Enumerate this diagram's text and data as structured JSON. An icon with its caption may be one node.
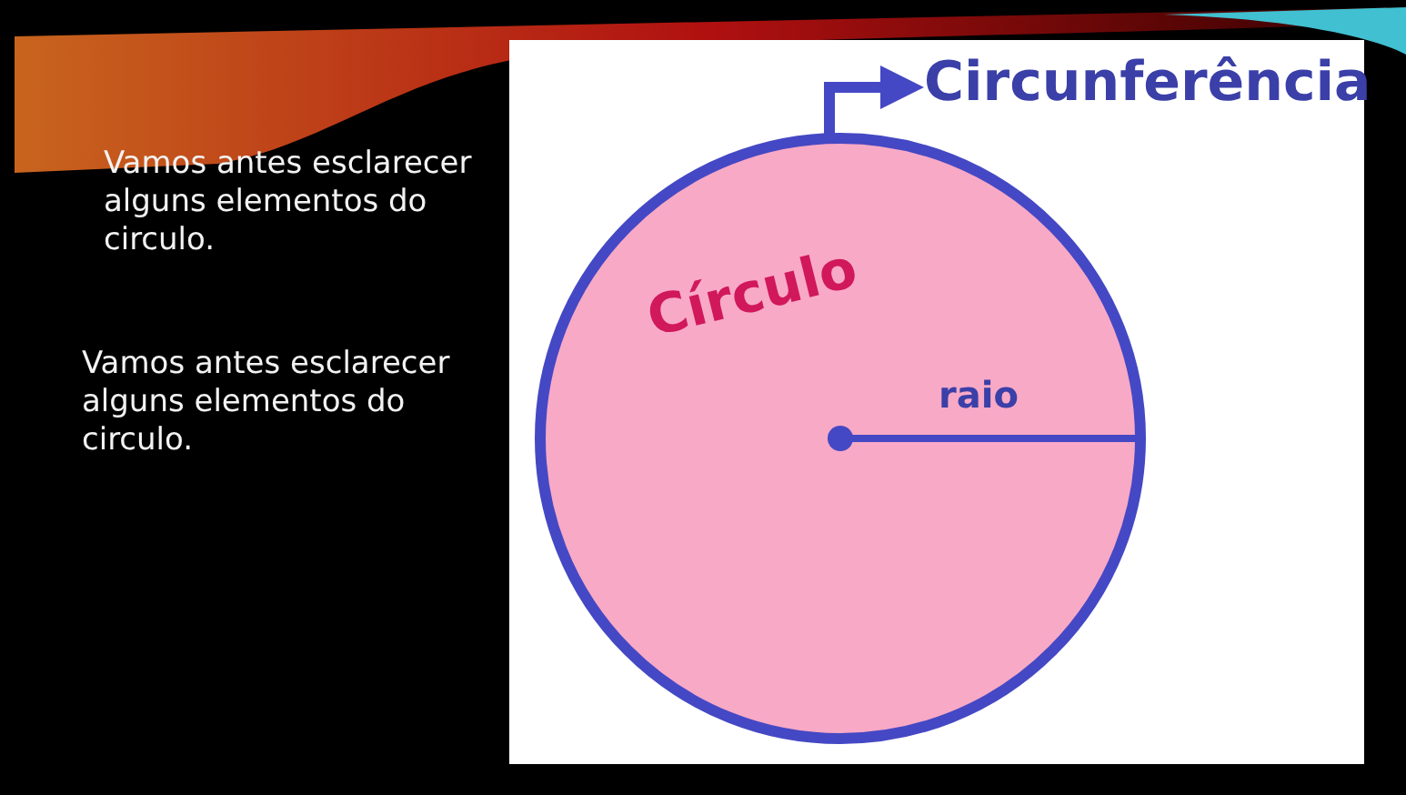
{
  "diagram": {
    "nodes": [
      {
        "text": [
          "Círculo"
        ]
      },
      {
        "text": [
          "Circunferência"
        ]
      }
    ],
    "edges": [
      {
        "from": 0,
        "to": 1,
        "arrow": "to"
      }
    ],
    "labels": [
      "Vamos antes esclarecer alguns elementos do circulo.",
      "Vamos antes esclarecer alguns elementos do circulo.",
      "raio"
    ]
  }
}
